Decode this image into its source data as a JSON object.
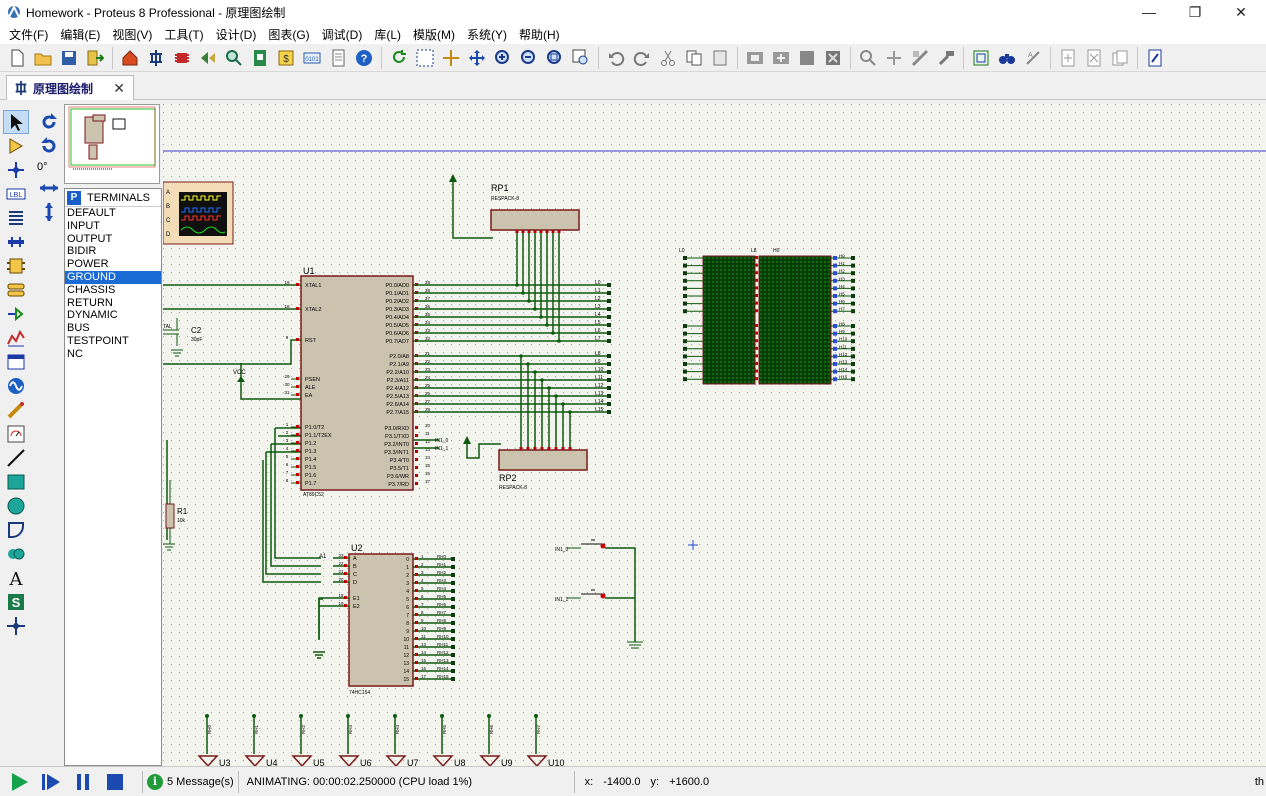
{
  "window": {
    "title": "Homework - Proteus 8 Professional - 原理图绘制",
    "minimize": "—",
    "restore": "❐",
    "close": "✕"
  },
  "menu": [
    "文件(F)",
    "编辑(E)",
    "视图(V)",
    "工具(T)",
    "设计(D)",
    "图表(G)",
    "调试(D)",
    "库(L)",
    "模版(M)",
    "系统(Y)",
    "帮助(H)"
  ],
  "tab": {
    "label": "原理图绘制",
    "close": "✕"
  },
  "rotation": "0°",
  "terminals": {
    "badge": "P",
    "title": "TERMINALS",
    "items": [
      "DEFAULT",
      "INPUT",
      "OUTPUT",
      "BIDIR",
      "POWER",
      "GROUND",
      "CHASSIS",
      "RETURN",
      "DYNAMIC",
      "BUS",
      "TESTPOINT",
      "NC"
    ],
    "selected": "GROUND"
  },
  "schematic": {
    "u1": {
      "ref": "U1",
      "part": "AT89C52",
      "left_pins": [
        "XTAL1",
        "XTAL2",
        "RST",
        "PSEN",
        "ALE",
        "EA",
        "P1.0/T2",
        "P1.1/T2EX",
        "P1.2",
        "P1.3",
        "P1.4",
        "P1.5",
        "P1.6",
        "P1.7"
      ],
      "left_nums": [
        "19",
        "18",
        "9",
        "29",
        "30",
        "31",
        "1",
        "2",
        "3",
        "4",
        "5",
        "6",
        "7",
        "8"
      ],
      "p0": [
        "P0.0/AD0",
        "P0.1/AD1",
        "P0.2/AD2",
        "P0.3/AD3",
        "P0.4/AD4",
        "P0.5/AD5",
        "P0.6/AD6",
        "P0.7/AD7"
      ],
      "p0_nums": [
        "39",
        "38",
        "37",
        "36",
        "35",
        "34",
        "33",
        "32"
      ],
      "p2": [
        "P2.0/A8",
        "P2.1/A9",
        "P2.2/A10",
        "P2.3/A11",
        "P2.4/A12",
        "P2.5/A13",
        "P2.6/A14",
        "P2.7/A15"
      ],
      "p2_nums": [
        "21",
        "22",
        "23",
        "24",
        "25",
        "26",
        "27",
        "28"
      ],
      "p3": [
        "P3.0/RXD",
        "P3.1/TXD",
        "P3.2/INT0",
        "P3.3/INT1",
        "P3.4/T0",
        "P3.5/T1",
        "P3.6/WR",
        "P3.7/RD"
      ],
      "p3_nums": [
        "10",
        "11",
        "12",
        "13",
        "14",
        "15",
        "16",
        "17"
      ]
    },
    "u2": {
      "ref": "U2",
      "part": "74HC154",
      "left_pins": [
        "A",
        "B",
        "C",
        "D",
        "E1",
        "E2"
      ],
      "left_nums": [
        "23",
        "22",
        "21",
        "20",
        "18",
        "19"
      ],
      "out_nums": [
        "1",
        "2",
        "3",
        "4",
        "5",
        "6",
        "7",
        "8",
        "9",
        "10",
        "11",
        "13",
        "14",
        "15",
        "16",
        "17"
      ],
      "out_names": [
        "0",
        "1",
        "2",
        "3",
        "4",
        "5",
        "6",
        "7",
        "8",
        "9",
        "10",
        "11",
        "12",
        "13",
        "14",
        "15"
      ],
      "net_labels": [
        "RH0",
        "RH1",
        "RH2",
        "RH3",
        "RH4",
        "RH5",
        "RH6",
        "RH7",
        "RH8",
        "RH9",
        "RH10",
        "RH11",
        "RH12",
        "RH13",
        "RH14",
        "RH15"
      ],
      "in_label": "A1"
    },
    "rp1": {
      "ref": "RP1",
      "part": "RESPACK-8"
    },
    "rp2": {
      "ref": "RP2",
      "part": "RESPACK-8"
    },
    "c2": {
      "ref": "C2",
      "value": "30pF"
    },
    "r1": {
      "ref": "R1",
      "value": "10k"
    },
    "vcc": "VCC",
    "p0_nets": [
      "L0",
      "L1",
      "L2",
      "L3",
      "L4",
      "L5",
      "L6",
      "L7"
    ],
    "p2_nets": [
      "L8",
      "L9",
      "L10",
      "L11",
      "L12",
      "L13",
      "L14",
      "L15"
    ],
    "p3_nets": [
      "IN1_0",
      "IN1_1"
    ],
    "matrix_left_top": "L0",
    "matrix_mid_top": "L8",
    "matrix_h_top": "H0",
    "matrix_h_right": [
      "H0",
      "H1",
      "H2",
      "H3",
      "H4",
      "H5",
      "H6",
      "H7"
    ],
    "matrix_h2_right": [
      "H8",
      "H9",
      "H10",
      "H11",
      "H12",
      "H13",
      "H14",
      "H15"
    ],
    "switch_labels": [
      "IN1_0",
      "IN1_1"
    ],
    "bottom_parts": [
      "U3",
      "U4",
      "U5",
      "U6",
      "U7",
      "U8",
      "U9",
      "U10"
    ],
    "bottom_nets": [
      "RH0",
      "RH1",
      "RH2",
      "RH3",
      "RH4",
      "RH5",
      "RH6",
      "RH7"
    ],
    "scope_channels": [
      "A",
      "B",
      "C",
      "D"
    ],
    "cap_label": "TAL"
  },
  "status": {
    "messages": "5 Message(s)",
    "animating": "ANIMATING: 00:00:02.250000 (CPU load 1%)",
    "x_label": "x:",
    "x_value": "-1400.0",
    "y_label": "y:",
    "y_value": "+1600.0",
    "tail": "th"
  },
  "colors": {
    "component_fill": "#cbc3ae",
    "component_border": "#7a1a1a",
    "wire": "#0c5a0c",
    "pin_red": "#c00000",
    "matrix_on": "#063a06",
    "dot": "#9aa09a"
  }
}
